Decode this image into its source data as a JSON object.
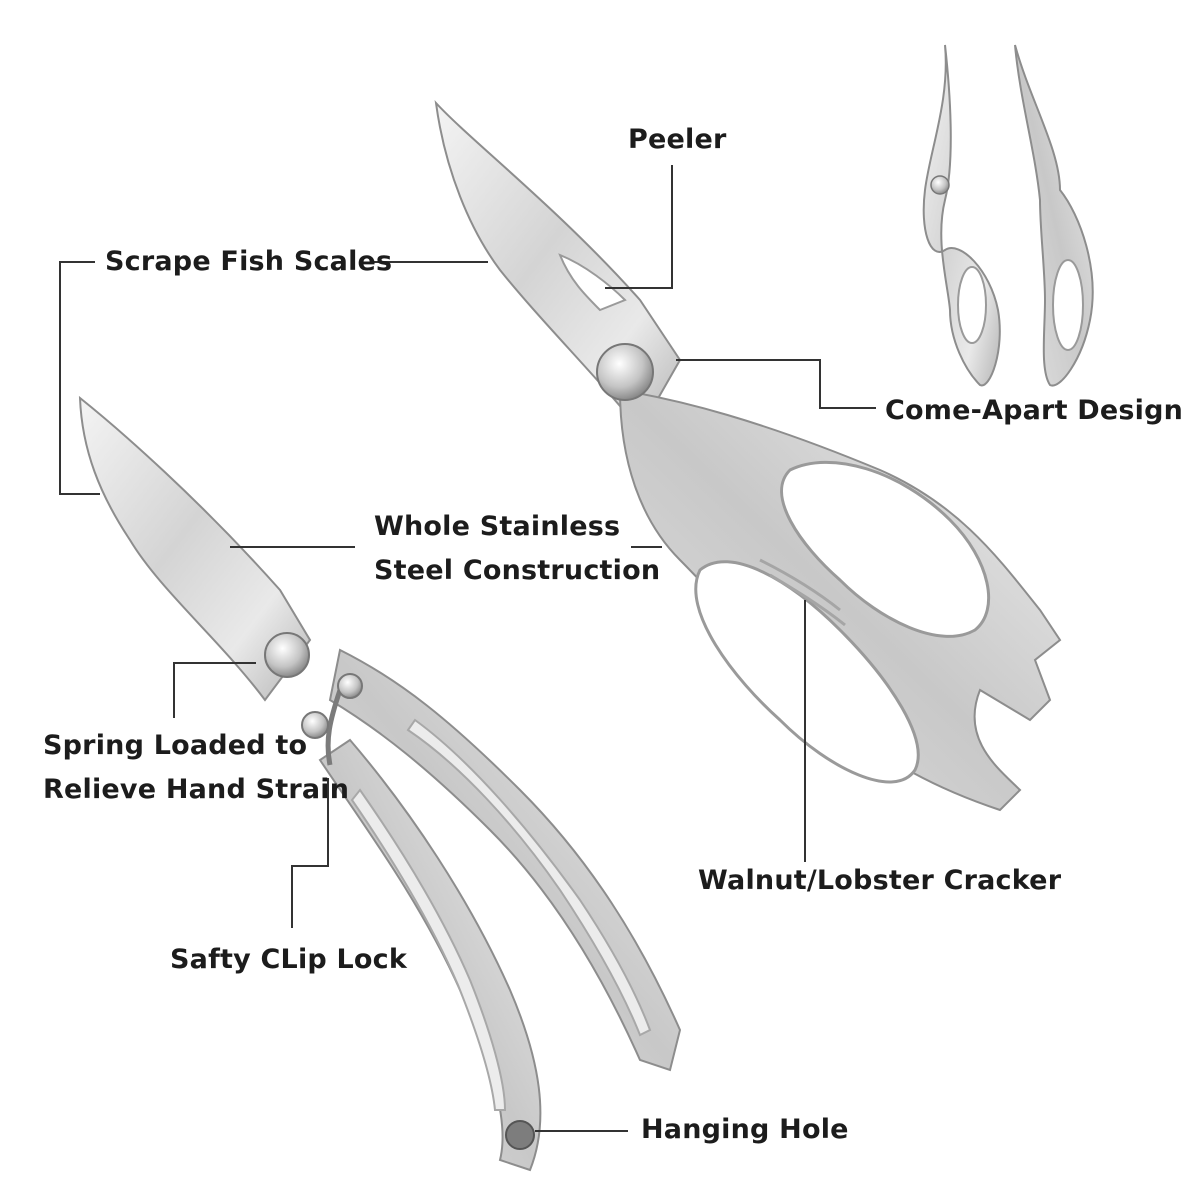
{
  "callouts": {
    "peeler": "Peeler",
    "scrape_fish_scales": "Scrape Fish Scales",
    "come_apart_design": "Come-Apart Design",
    "whole_stainless_line1": "Whole Stainless",
    "whole_stainless_line2": "Steel Construction",
    "spring_loaded_line1": "Spring Loaded to",
    "spring_loaded_line2": "Relieve Hand Strain",
    "walnut_lobster_cracker": "Walnut/Lobster Cracker",
    "safety_clip_lock": "Safty CLip Lock",
    "hanging_hole": "Hanging Hole"
  },
  "colors": {
    "background": "#ffffff",
    "text": "#1c1c1c",
    "leader_line": "#333333",
    "steel_light": "#f1f1f1",
    "steel_mid": "#c9c9c9",
    "steel_dark": "#8d8d8d"
  }
}
